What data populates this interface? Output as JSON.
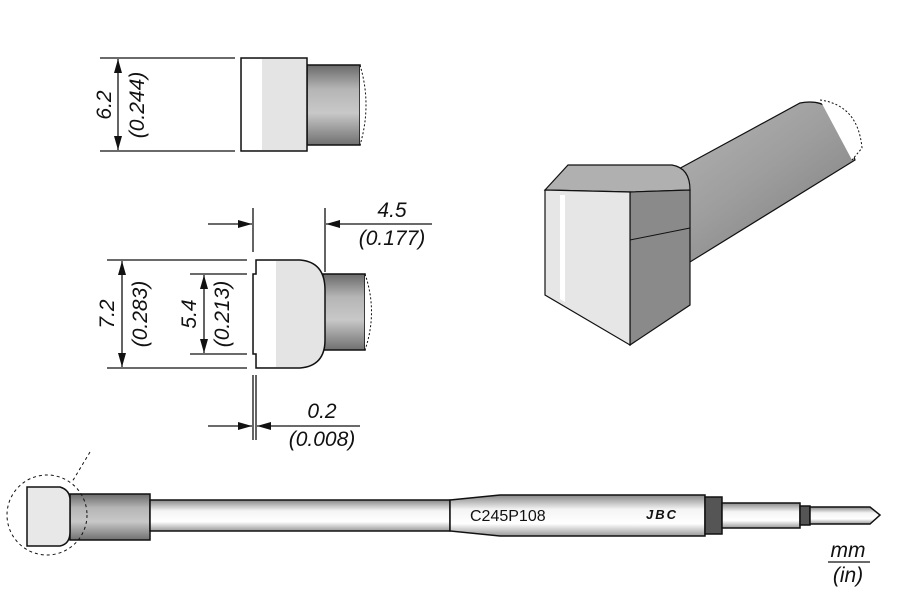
{
  "part_number": "C245P108",
  "brand": "JBC",
  "units": {
    "primary": "mm",
    "secondary": "(in)"
  },
  "dimensions": {
    "top_height": {
      "mm": "6.2",
      "in": "(0.244)"
    },
    "side_height": {
      "mm": "7.2",
      "in": "(0.283)"
    },
    "inner_height": {
      "mm": "5.4",
      "in": "(0.213)"
    },
    "tip_length": {
      "mm": "4.5",
      "in": "(0.177)"
    },
    "thickness": {
      "mm": "0.2",
      "in": "(0.008)"
    }
  },
  "colors": {
    "tip_gray": "#e4e4e4",
    "shaft_gray": "#9a9a9a",
    "ring_dark": "#555555"
  }
}
